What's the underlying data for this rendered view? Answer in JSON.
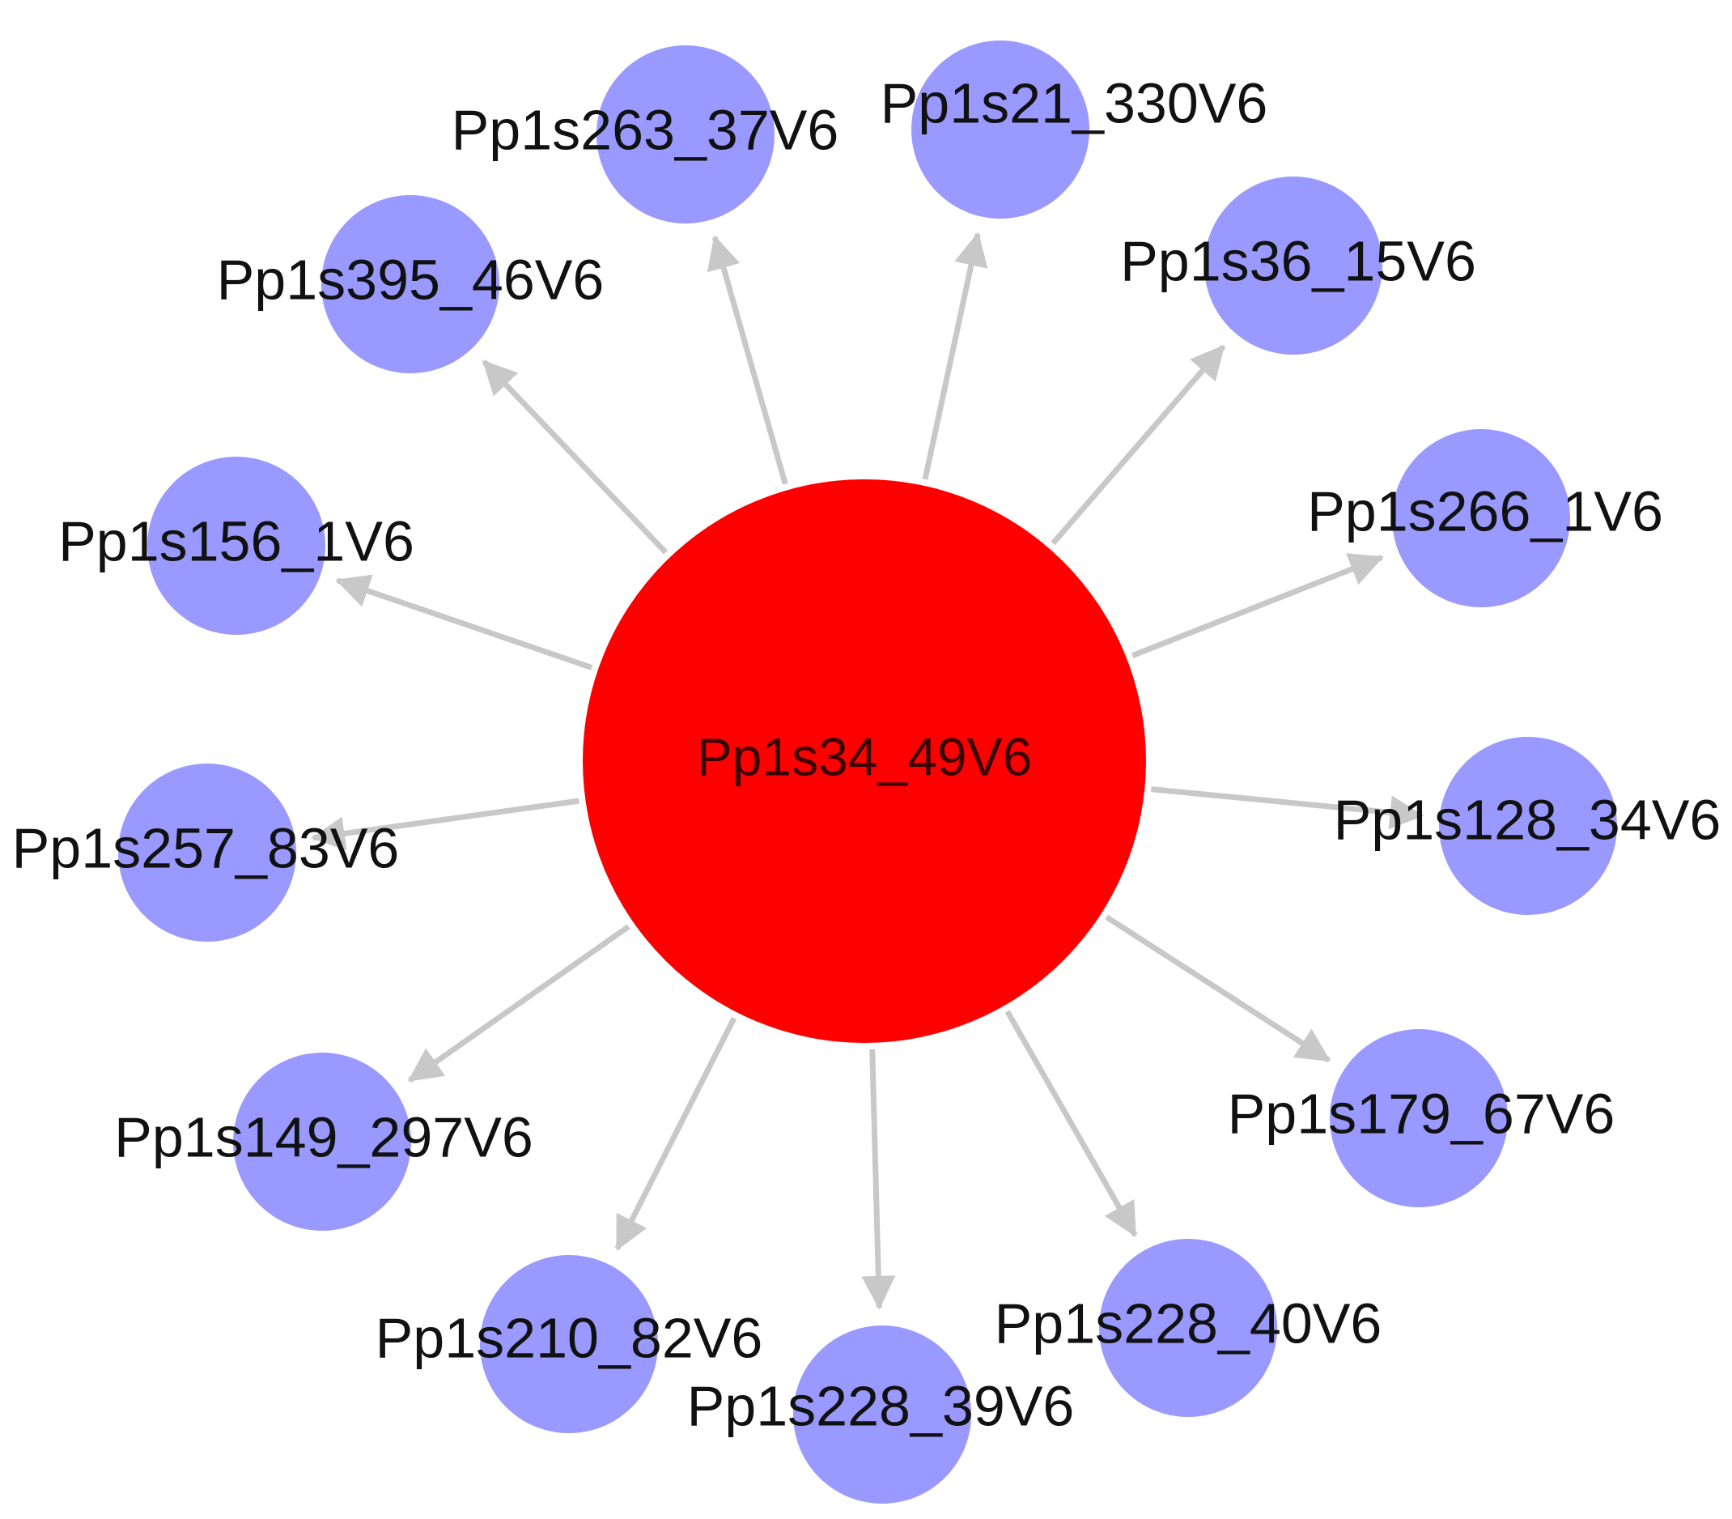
{
  "colors": {
    "center_node": "#ff0000",
    "target_node": "#9999ff",
    "edge": "#c8c8c8",
    "label": "#111111"
  },
  "network": {
    "center": {
      "id": "Pp1s34_49V6"
    },
    "targets": [
      {
        "id": "Pp1s263_37V6"
      },
      {
        "id": "Pp1s21_330V6"
      },
      {
        "id": "Pp1s36_15V6"
      },
      {
        "id": "Pp1s266_1V6"
      },
      {
        "id": "Pp1s128_34V6"
      },
      {
        "id": "Pp1s179_67V6"
      },
      {
        "id": "Pp1s228_40V6"
      },
      {
        "id": "Pp1s228_39V6"
      },
      {
        "id": "Pp1s210_82V6"
      },
      {
        "id": "Pp1s149_297V6"
      },
      {
        "id": "Pp1s257_83V6"
      },
      {
        "id": "Pp1s156_1V6"
      },
      {
        "id": "Pp1s395_46V6"
      }
    ]
  }
}
